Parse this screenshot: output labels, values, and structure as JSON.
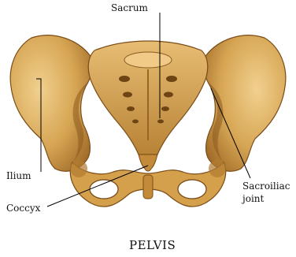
{
  "diagram": {
    "title": "PELVIS",
    "labels": {
      "sacrum": "Sacrum",
      "ilium": "Ilium",
      "sacroiliac_line1": "Sacroiliac",
      "sacroiliac_line2": "joint",
      "coccyx": "Coccyx"
    },
    "colors": {
      "bone_light": "#e8c07a",
      "bone_mid": "#c9953f",
      "bone_dark": "#8a5a1e",
      "shadow": "#6e4414",
      "leader": "#000000"
    }
  }
}
